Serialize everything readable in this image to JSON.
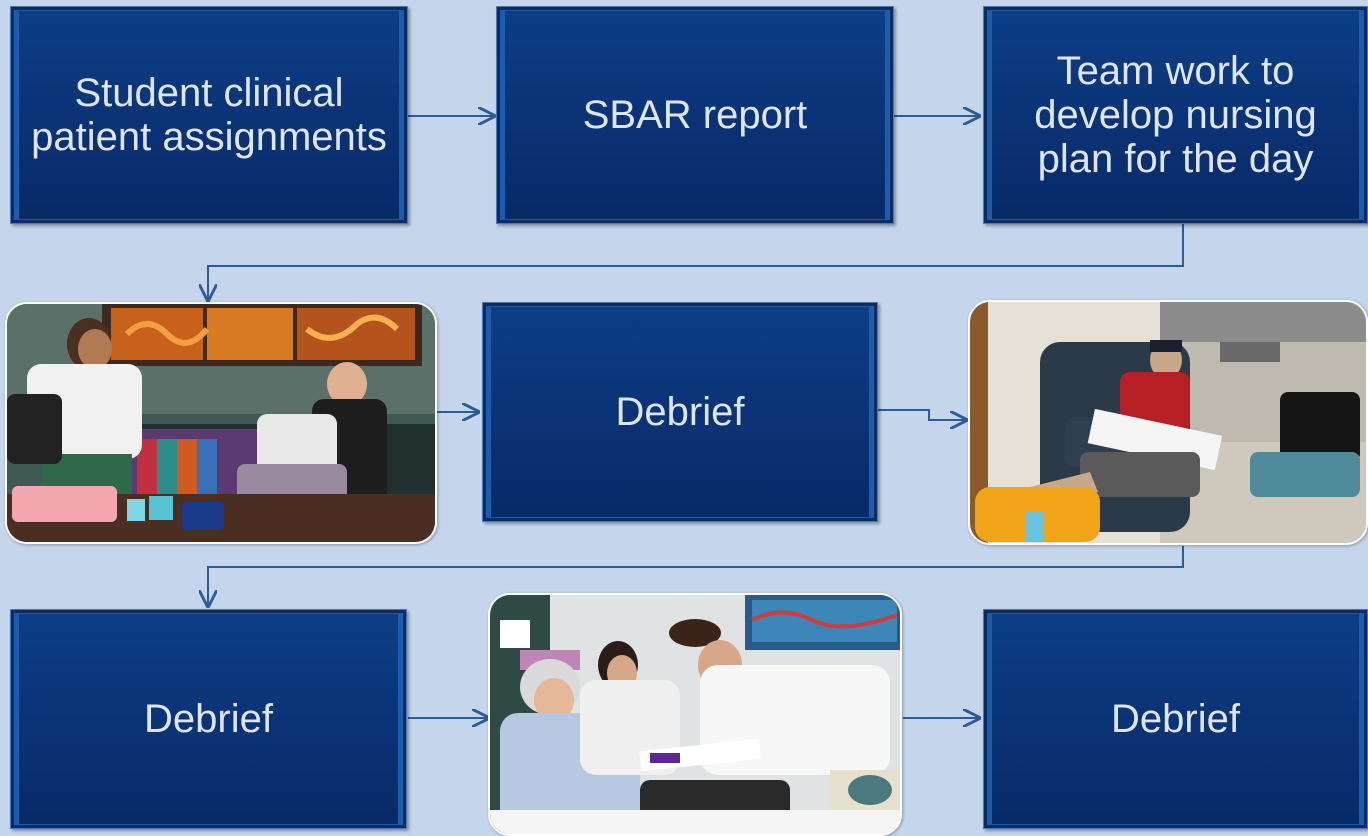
{
  "steps": {
    "assignments": "Student clinical patient assignments",
    "sbar": "SBAR report",
    "teamwork": "Team work to develop nursing plan for the day",
    "debrief_1": "Debrief",
    "debrief_2": "Debrief",
    "debrief_3": "Debrief"
  },
  "photos": {
    "photo_1": "students-with-patient-in-lounge",
    "photo_2": "patient-mannequin-in-armchair",
    "photo_3": "students-examining-patient"
  },
  "colors": {
    "background": "#c5d6ec",
    "box": "#0a3275",
    "connector": "#2b5c9a",
    "text": "#dfe6f3"
  }
}
